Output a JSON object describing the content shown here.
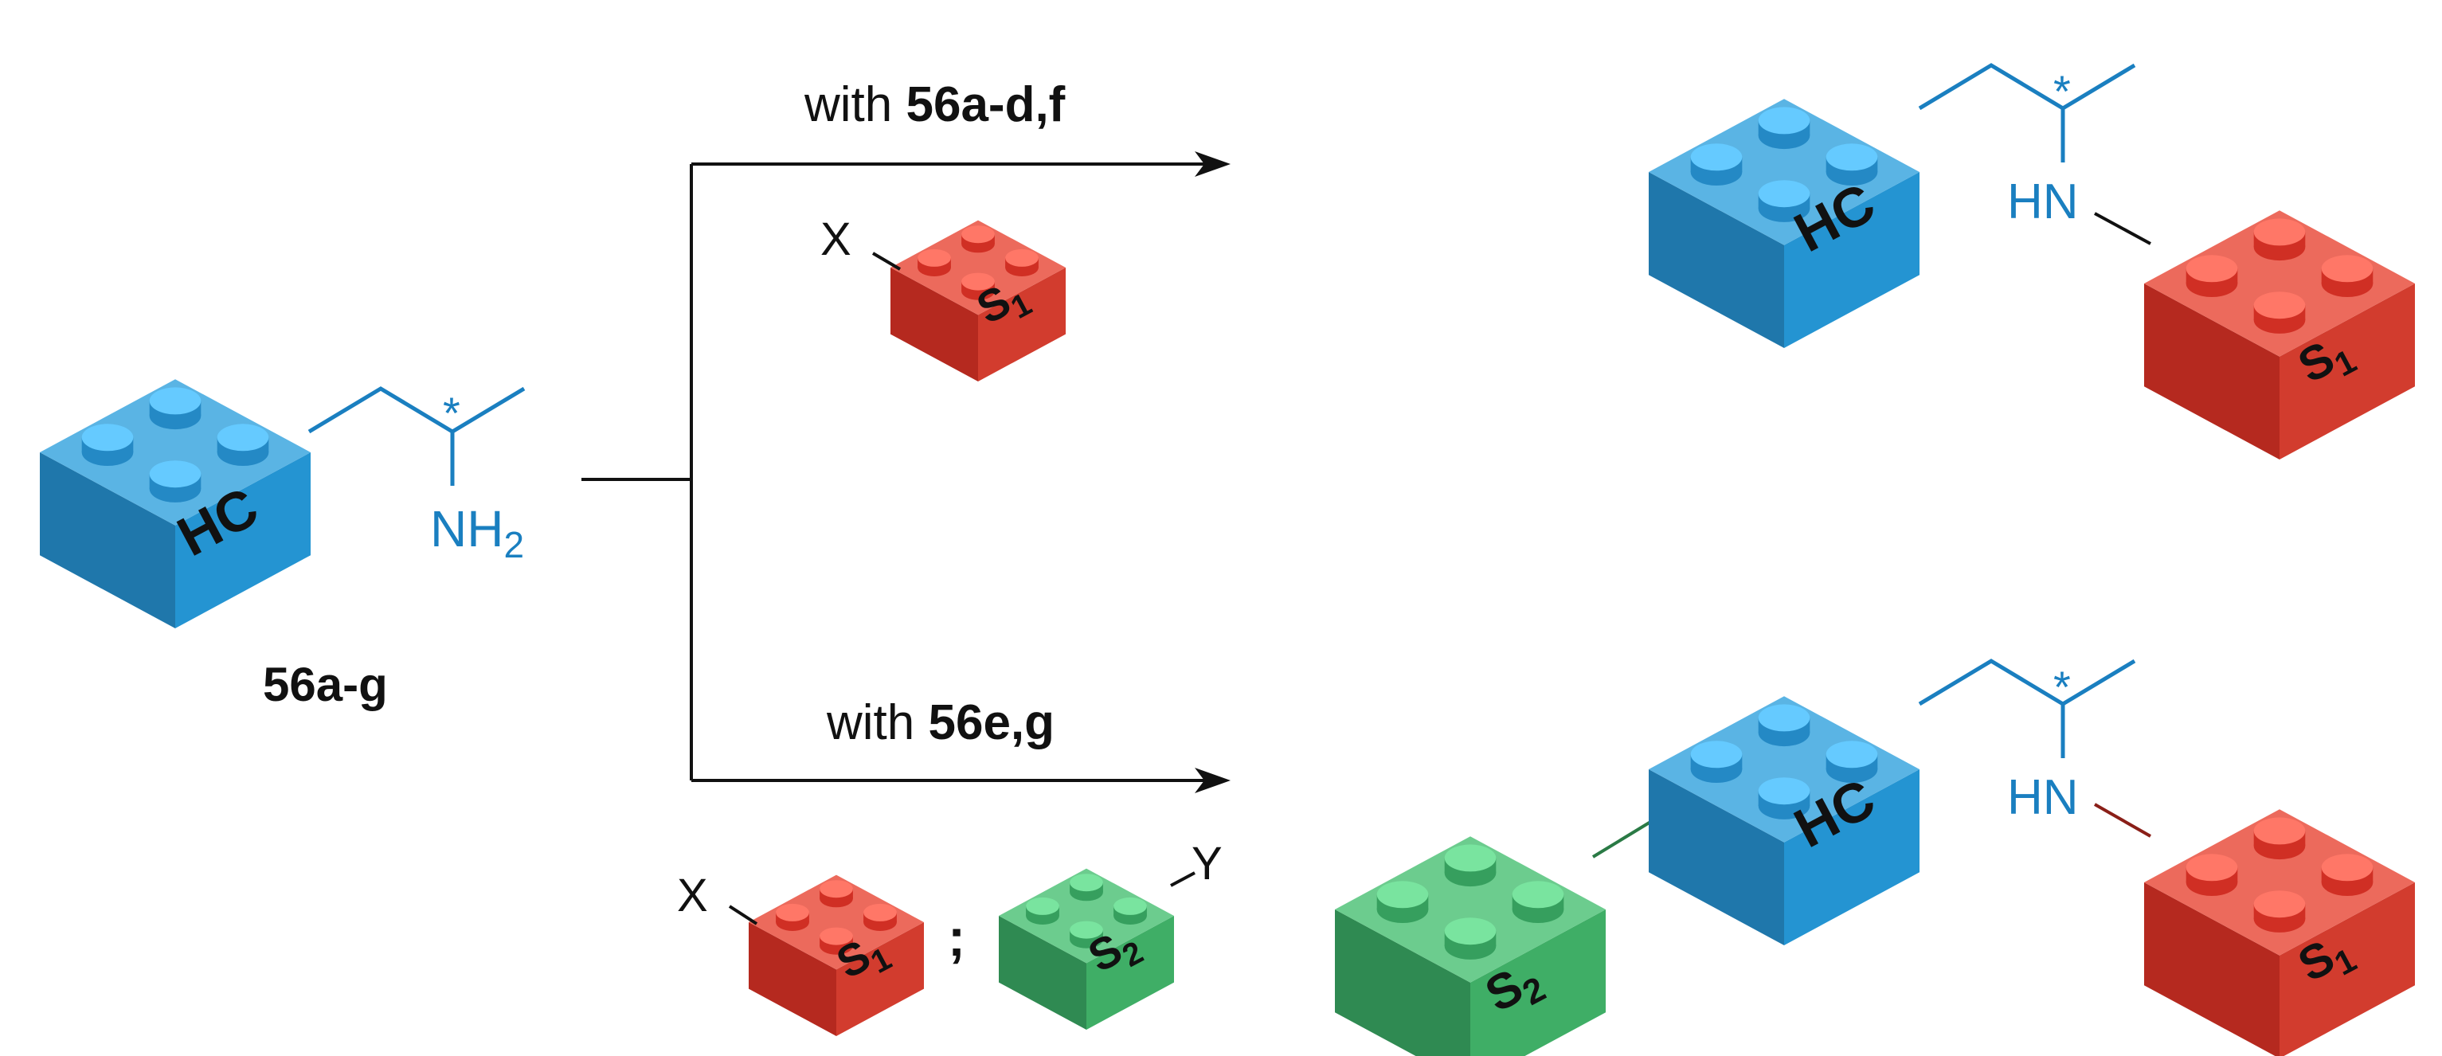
{
  "start": {
    "compound_label": "56a-g",
    "core_label": "HC",
    "amine_label": "NH",
    "amine_sub": "2",
    "stereo_mark": "*"
  },
  "top_route": {
    "prefix": "with ",
    "compounds": "56a-d,f",
    "reagent_group": "X",
    "reagent_label": "S",
    "reagent_sub": "1"
  },
  "bottom_route": {
    "prefix": "with ",
    "compounds": "56e,g",
    "reagent1_group": "X",
    "reagent1_label": "S",
    "reagent1_sub": "1",
    "separator": ";",
    "reagent2_group": "Y",
    "reagent2_label": "S",
    "reagent2_sub": "2"
  },
  "product_top": {
    "core_label": "HC",
    "linker_label": "HN",
    "stereo_mark": "*",
    "sub_label": "S",
    "sub_index": "1"
  },
  "product_bottom": {
    "core_label": "HC",
    "linker_label": "HN",
    "stereo_mark": "*",
    "sub1_label": "S",
    "sub1_index": "1",
    "sub2_label": "S",
    "sub2_index": "2"
  },
  "colors": {
    "blue_top": "#5ab4e4",
    "blue_left": "#1f77ab",
    "blue_right": "#2494d2",
    "red_top": "#ec6a5c",
    "red_left": "#b5291f",
    "red_right": "#d23c2e",
    "green_top": "#6ccc8e",
    "green_left": "#2f8a52",
    "green_right": "#3fae66",
    "chain_blue": "#1a7fc0",
    "line_black": "#111111"
  }
}
